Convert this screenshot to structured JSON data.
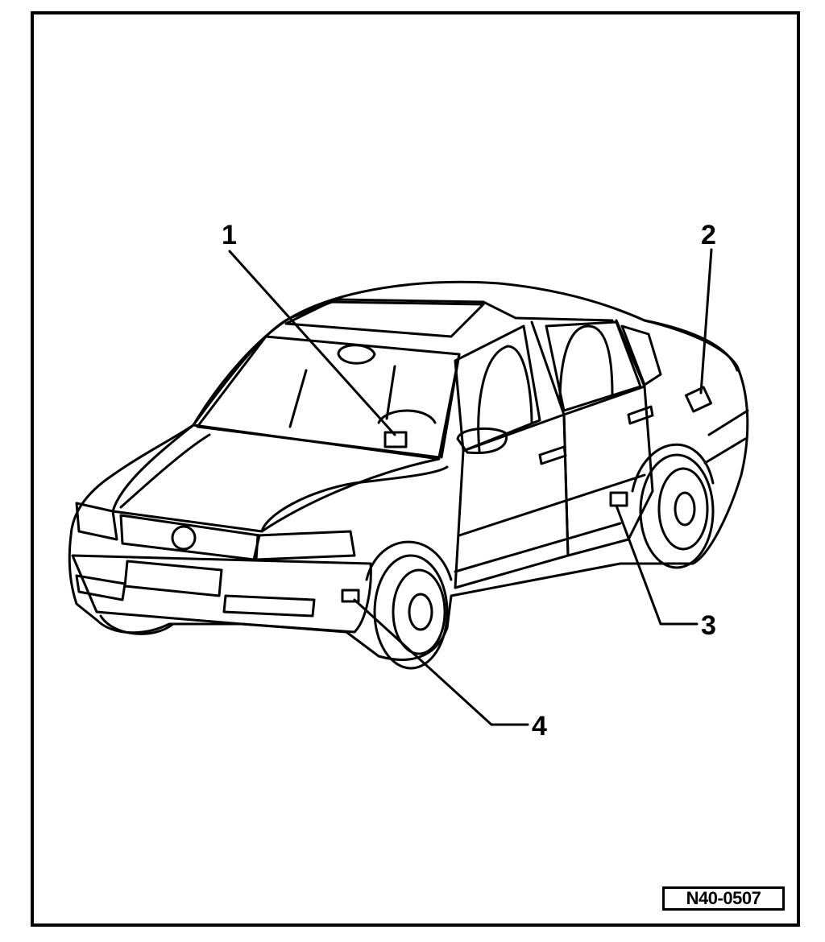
{
  "callouts": [
    {
      "label": "1"
    },
    {
      "label": "2"
    },
    {
      "label": "3"
    },
    {
      "label": "4"
    }
  ],
  "figure_id": "N40-0507",
  "colors": {
    "ink": "#000000",
    "paper": "#ffffff"
  }
}
